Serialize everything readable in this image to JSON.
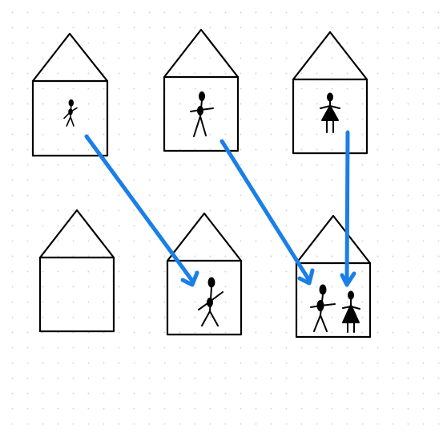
{
  "diagram": {
    "ink_color": "#000000",
    "arrow_color": "#1a7fe6",
    "background_color": "#ffffff",
    "houses": [
      {
        "id": "top-left",
        "occupants": [
          "stick-figure"
        ]
      },
      {
        "id": "top-middle",
        "occupants": [
          "stick-figure"
        ]
      },
      {
        "id": "top-right",
        "occupants": [
          "stick-figure-dress"
        ]
      },
      {
        "id": "bottom-left",
        "occupants": []
      },
      {
        "id": "bottom-middle",
        "occupants": [
          "stick-figure"
        ]
      },
      {
        "id": "bottom-right",
        "occupants": [
          "stick-figure",
          "stick-figure-dress"
        ]
      }
    ],
    "moves": [
      {
        "from": "top-left",
        "to": "bottom-middle"
      },
      {
        "from": "top-middle",
        "to": "bottom-right"
      },
      {
        "from": "top-right",
        "to": "bottom-right"
      }
    ]
  }
}
